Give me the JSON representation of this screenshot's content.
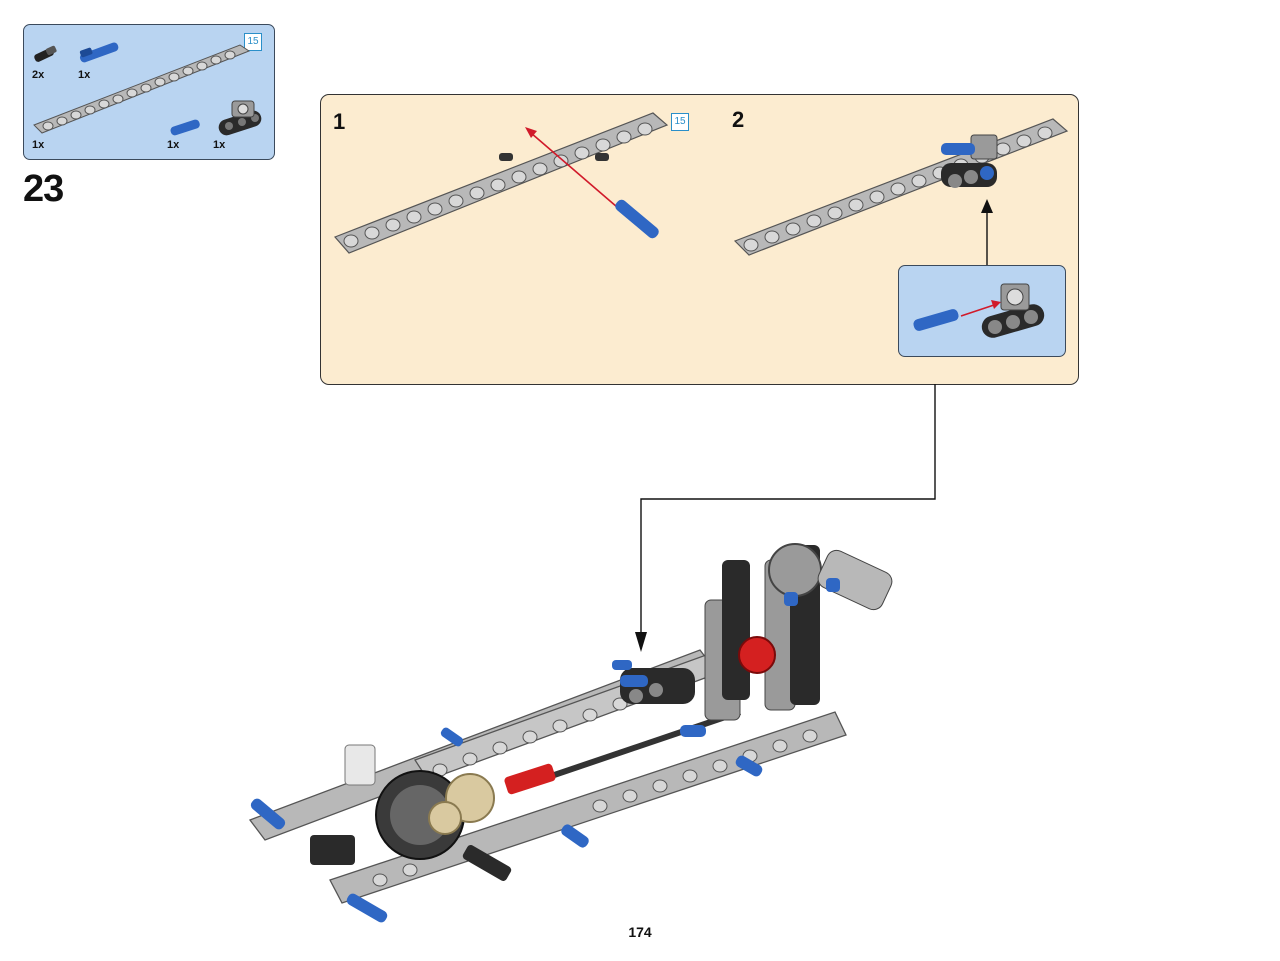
{
  "step": {
    "number": "23",
    "parts_list": [
      {
        "icon": "black-pin-icon",
        "qty": "2x"
      },
      {
        "icon": "blue-axle-pin-icon",
        "qty": "1x"
      },
      {
        "icon": "gray-beam-15-icon",
        "qty": "1x",
        "ref": "15"
      },
      {
        "icon": "blue-short-pin-icon",
        "qty": "1x"
      },
      {
        "icon": "black-cross-block-icon",
        "qty": "1x"
      }
    ]
  },
  "sub_steps": [
    {
      "number": "1",
      "ref": "15"
    },
    {
      "number": "2"
    }
  ],
  "page_number": "174",
  "colors": {
    "part_panel": "#b9d4f1",
    "sub_panel": "#fcecd0",
    "beam_gray": "#b8b8b8",
    "pin_blue": "#2f67c4",
    "arrow_red": "#d11a2a",
    "gear_red": "#d42020"
  }
}
